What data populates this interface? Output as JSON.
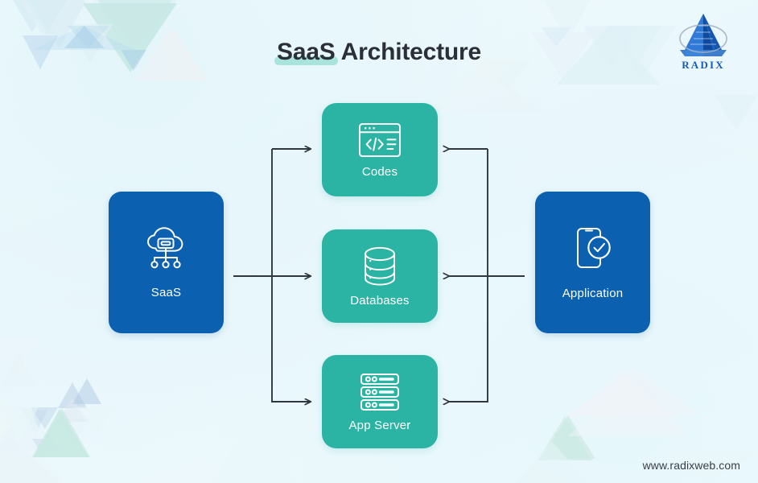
{
  "header": {
    "title_highlight": "SaaS",
    "title_rest": " Architecture",
    "highlight_color": "#a8e4dc",
    "title_color": "#2b2f38"
  },
  "logo": {
    "name": "RADIX",
    "wordmark": "RADIX",
    "icon": "radix-pyramid-icon",
    "color": "#1a5bb8"
  },
  "colors": {
    "background": "#edf8fc",
    "blue": "#0b60b0",
    "teal": "#2bb4a3",
    "arrow": "#2f3640",
    "card_text": "#ffffff"
  },
  "nodes": {
    "source": {
      "label": "SaaS",
      "icon": "cloud-network-icon",
      "color": "#0b60b0"
    },
    "target": {
      "label": "Application",
      "icon": "mobile-check-icon",
      "color": "#0b60b0"
    },
    "middle": [
      {
        "label": "Codes",
        "icon": "code-window-icon",
        "color": "#2bb4a3"
      },
      {
        "label": "Databases",
        "icon": "database-icon",
        "color": "#2bb4a3"
      },
      {
        "label": "App Server",
        "icon": "server-rack-icon",
        "color": "#2bb4a3"
      }
    ]
  },
  "connectors": {
    "left_bus_label": "saas-to-middle-connector",
    "right_bus_label": "application-to-middle-connector",
    "arrow_color": "#2f3640"
  },
  "footer": {
    "website": "www.radixweb.com"
  }
}
